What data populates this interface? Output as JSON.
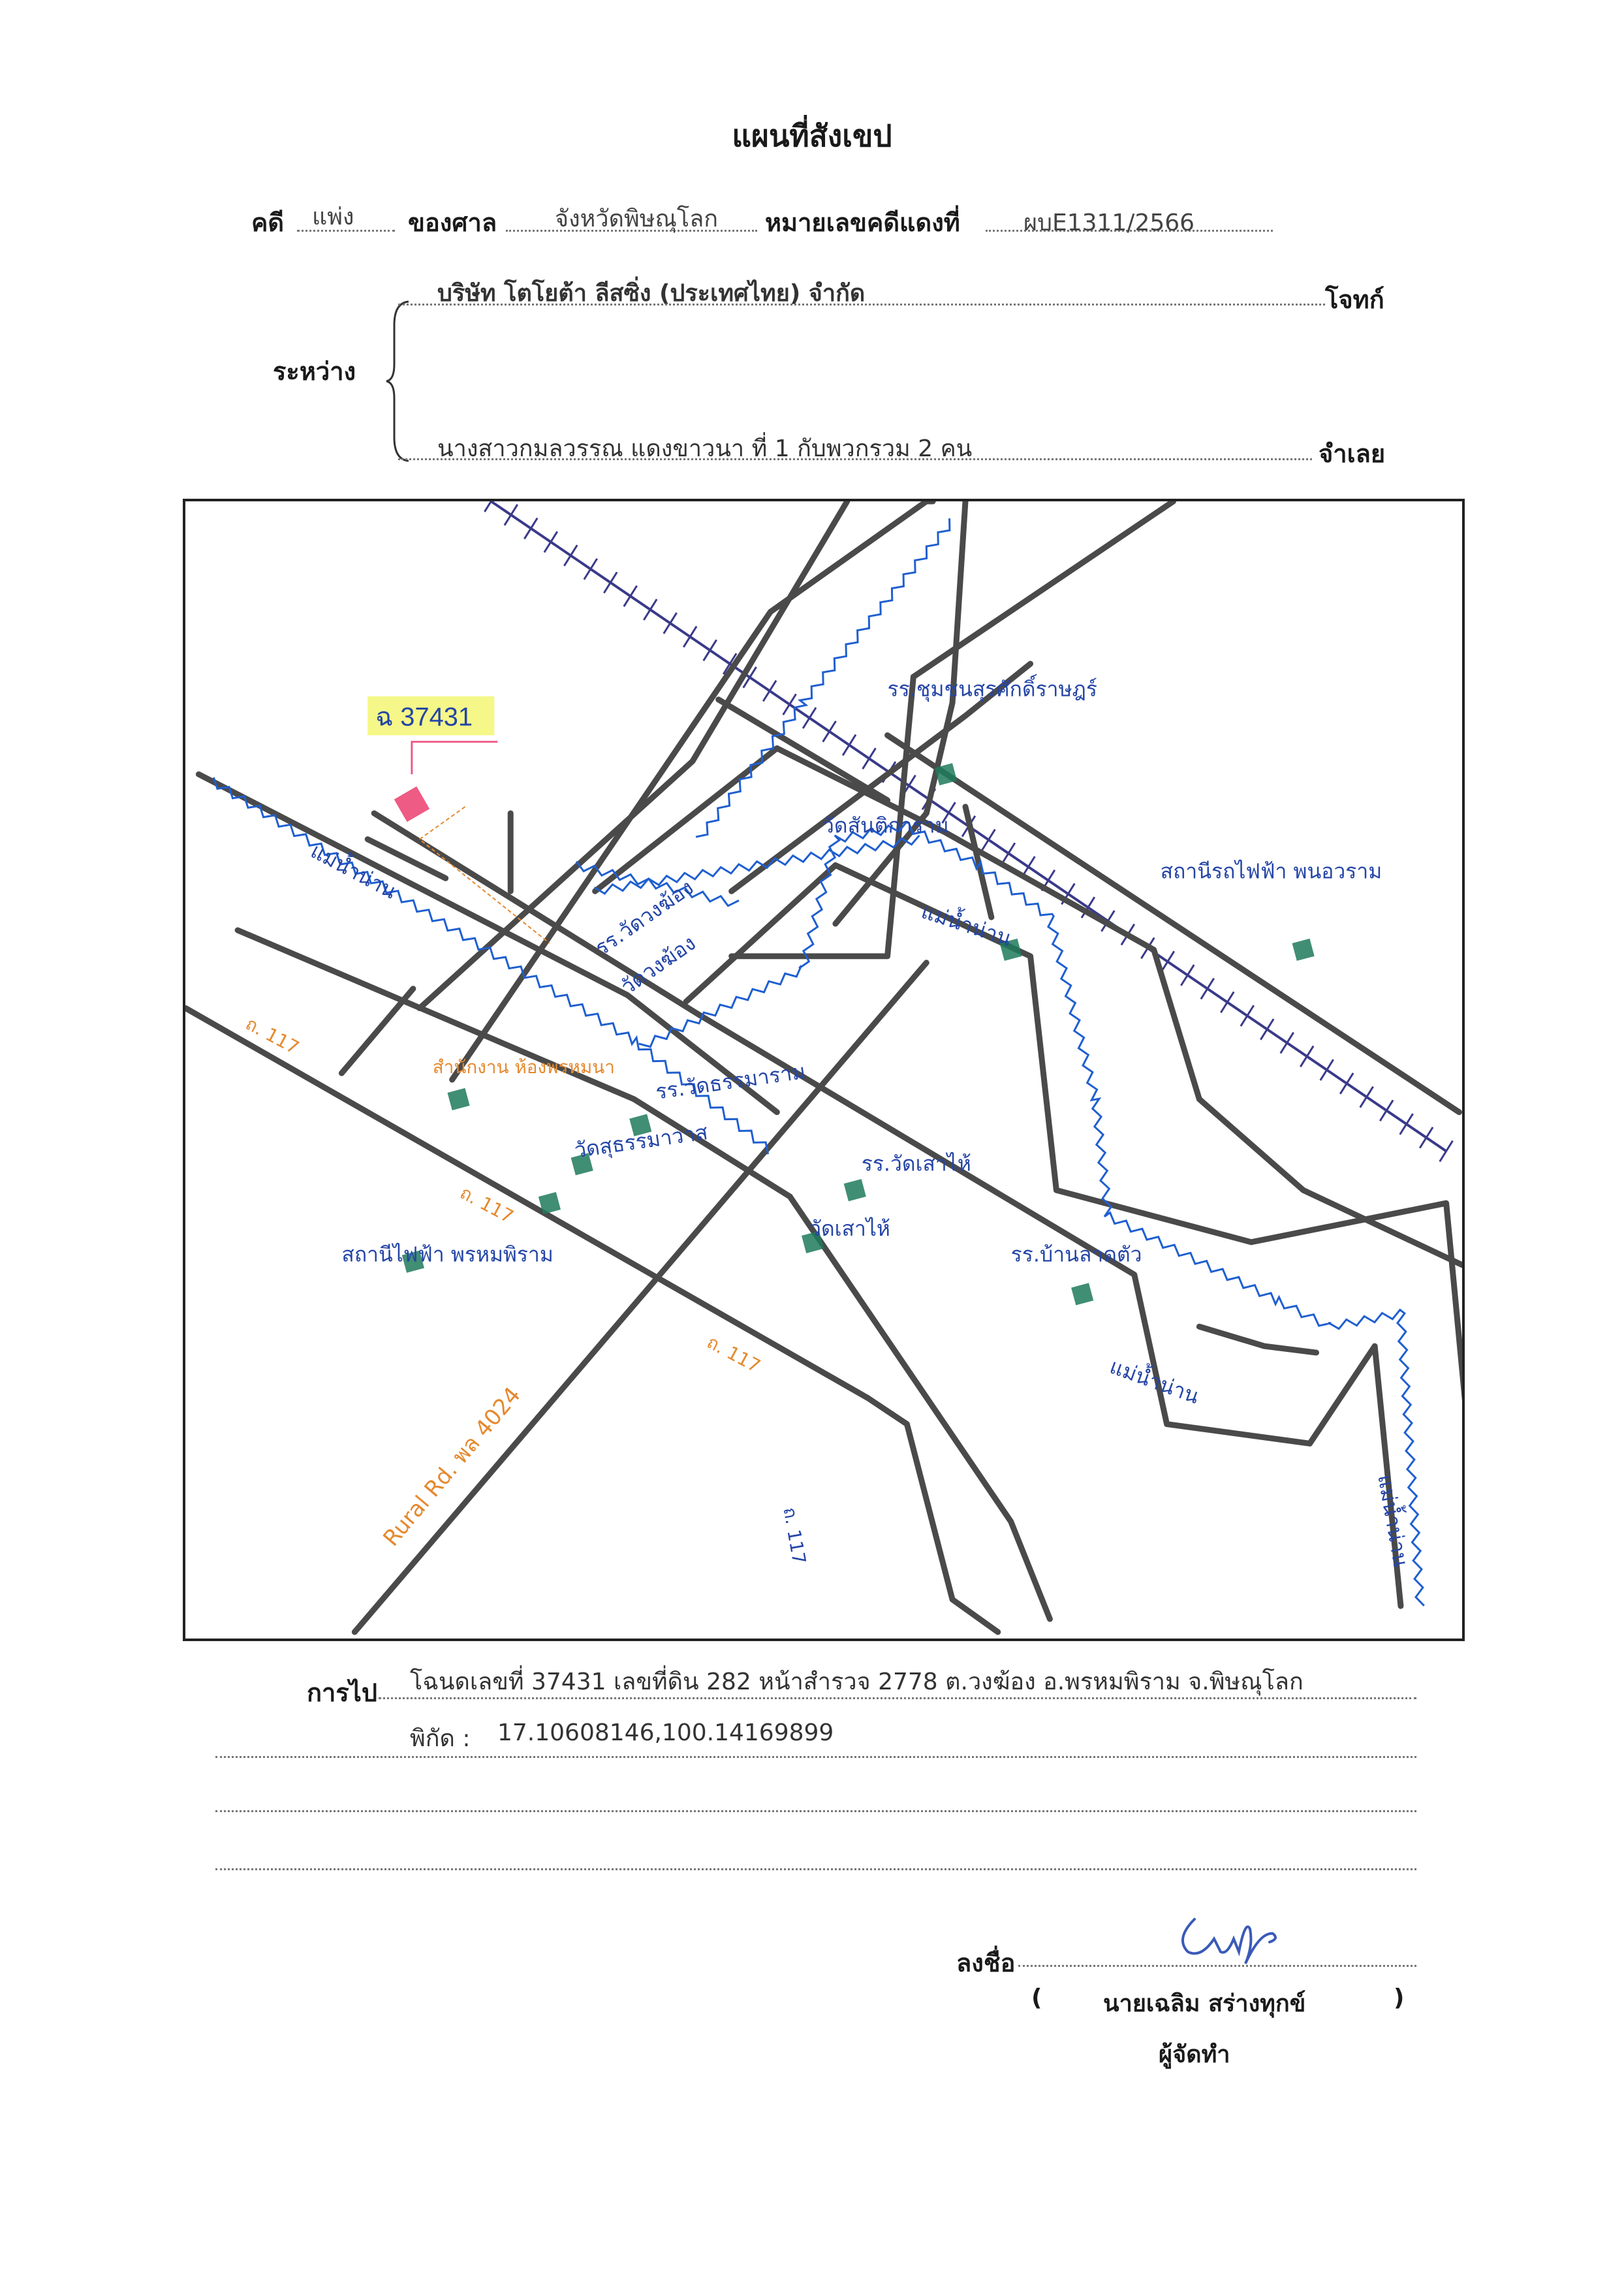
{
  "doc": {
    "title": "แผนที่สังเขป",
    "case_label": "คดี",
    "case_type": "แพ่ง",
    "court_label": "ของศาล",
    "court_value": "จังหวัดพิษณุโลก",
    "red_no_label": "หมายเลขคดีแดงที่",
    "red_no_value": "ผบE1311/2566",
    "between_label": "ระหว่าง",
    "plaintiff_value": "บริษัท โตโยต้า ลีสซิ่ง (ประเทศไทย) จำกัด",
    "plaintiff_label": "โจทก์",
    "defendant_value": "นางสาวกมลวรรณ แดงขาวนา ที่ 1 กับพวกรวม 2 คน",
    "defendant_label": "จำเลย",
    "directions_label": "การไป",
    "directions_value": "โฉนดเลขที่ 37431 เลขที่ดิน 282 หน้าสำรวจ 2778 ต.วงฆ้อง อ.พรหมพิราม  จ.พิษณุโลก",
    "coords_label": "พิกัด :",
    "coords_value": "17.10608146,100.14169899",
    "sign_label": "ลงชื่อ",
    "sign_paren_open": "(",
    "signer_name": "นายเฉลิม  สร่างทุกข์",
    "sign_paren_close": ")",
    "signer_role": "ผู้จัดทำ"
  },
  "map": {
    "parcel_label": "ฉ 37431",
    "labels": {
      "school_watkhong": "รร.วัดวงฆ้อง",
      "wat_kwangkhong": "วัดวงฆ้อง",
      "river1": "แม่น้ำน่าน",
      "river2": "แม่น้ำน่าน",
      "river3": "แม่น้ำน่าน",
      "river4": "แม่น้ำน่าน",
      "office": "สำนักงาน ห้องพรหมนา",
      "road117a": "ถ. 117",
      "road117b": "ถ. 117",
      "road117c": "ถ. 117",
      "road117d": "ถ. 117",
      "school_watthammaram": "รร.วัดธรรมาราม",
      "wat_suthammawat": "วัดสุธรรมาวาส",
      "station_phrom": "สถานีไฟฟ้า พรหมพิราม",
      "school_rail": "รร.ชุมชนสุรศักดิ์ราษฎร์",
      "wat_sankit": "วัดสันติการาม",
      "station_train": "สถานีรถไฟฟ้า พนอวราม",
      "school_watsao": "รร.วัดเสาไห้",
      "wat_sao": "วัดเสาไห้",
      "school_mon": "รร.บ้านลาดตัว",
      "rural_rd": "Rural Rd. พล 4024"
    },
    "colors": {
      "road": "#4a4a4a",
      "river": "#1f5fd0",
      "rail": "#3a3a8a",
      "label": "#2445a6",
      "orange": "#e5892e",
      "temple": "#1e7a5a",
      "parcel": "#ee5b85",
      "highlight": "#f3f56a"
    }
  }
}
